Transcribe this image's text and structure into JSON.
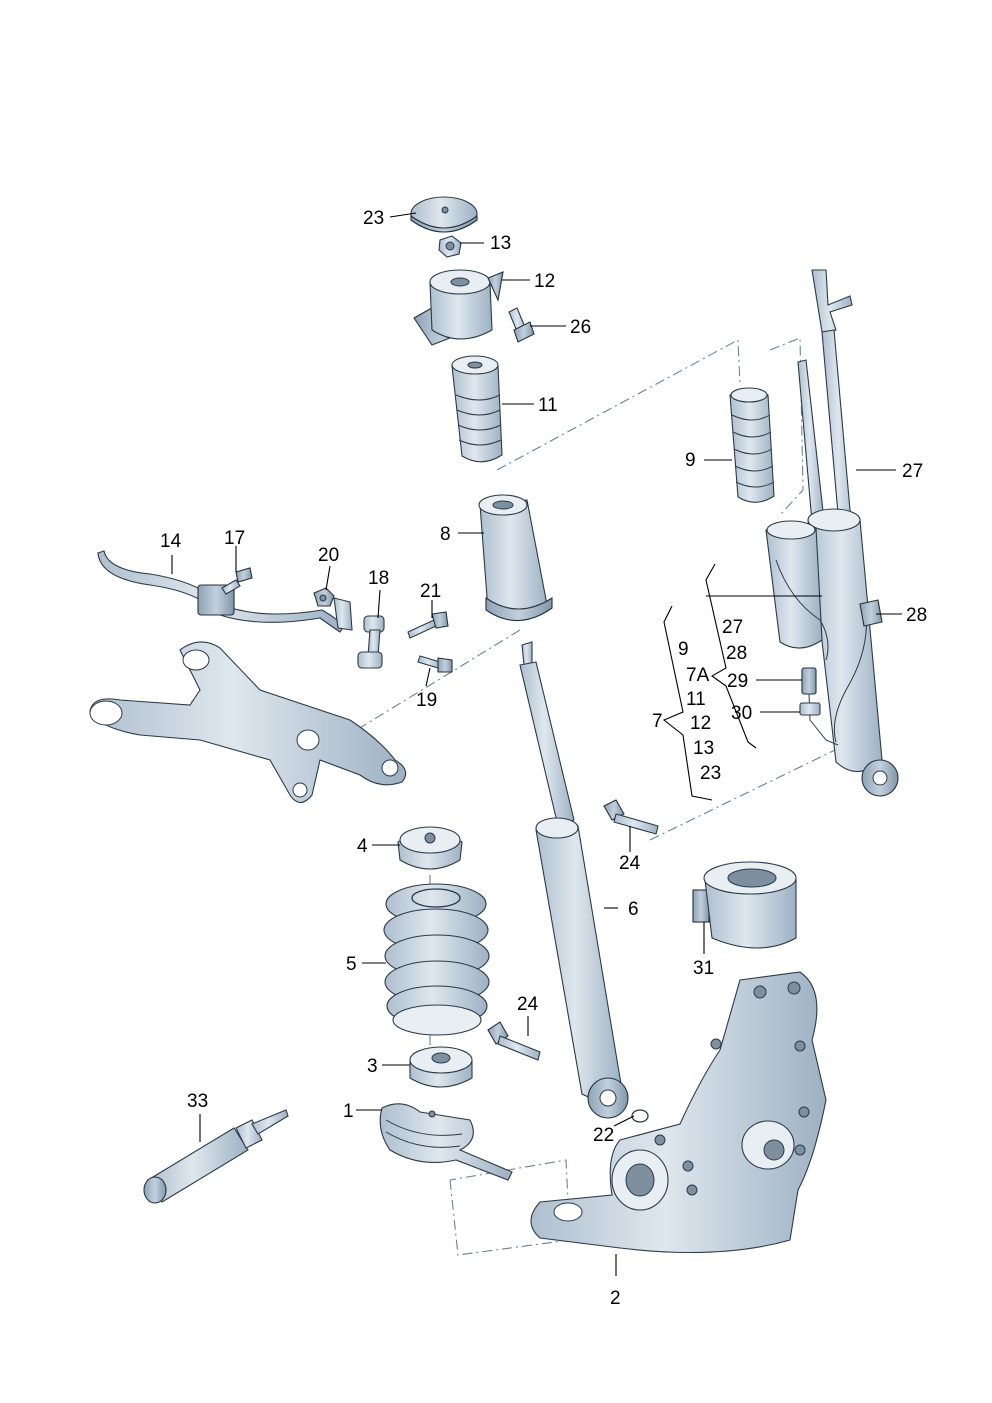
{
  "callouts": {
    "c1": "1",
    "c2": "2",
    "c3": "3",
    "c4": "4",
    "c5": "5",
    "c6": "6",
    "c7": "7",
    "c8": "8",
    "c9": "9",
    "c11": "11",
    "c12": "12",
    "c13": "13",
    "c14": "14",
    "c17": "17",
    "c18": "18",
    "c19": "19",
    "c20": "20",
    "c21": "21",
    "c22": "22",
    "c23": "23",
    "c24a": "24",
    "c24b": "24",
    "c26": "26",
    "c27": "27",
    "c28": "28",
    "c29": "29",
    "c30": "30",
    "c31": "31",
    "c33": "33"
  },
  "kit_list": {
    "outer_label": "7",
    "outer_items": [
      "9",
      "11",
      "12",
      "13",
      "23"
    ],
    "sub_label": "7A",
    "sub_above": [
      "27",
      "28"
    ],
    "sub_items": [
      "29",
      "30"
    ]
  },
  "colors": {
    "part_fill": "#bfcedb",
    "part_shadow": "#8ea3b6",
    "outline": "#2a3a48",
    "leader": "#000000",
    "centerline": "#6d8193"
  }
}
